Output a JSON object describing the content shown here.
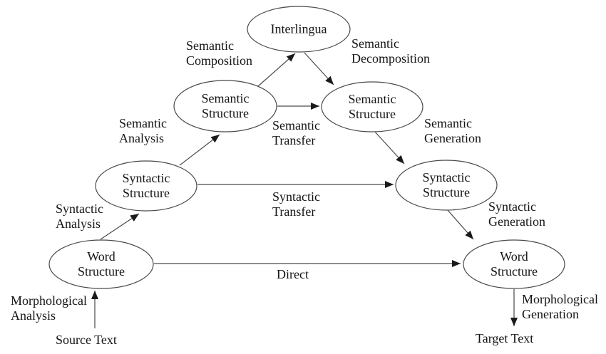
{
  "diagram": {
    "colors": {
      "background": "#ffffff",
      "stroke": "#4a4a4a",
      "text": "#141414",
      "arrow": "#1a1a1a"
    }
  },
  "nodes": {
    "interlingua": {
      "label": "Interlingua"
    },
    "semantic_source": {
      "label": "Semantic\nStructure"
    },
    "semantic_target": {
      "label": "Semantic\nStructure"
    },
    "syntactic_source": {
      "label": "Syntactic\nStructure"
    },
    "syntactic_target": {
      "label": "Syntactic\nStructure"
    },
    "word_source": {
      "label": "Word\nStructure"
    },
    "word_target": {
      "label": "Word\nStructure"
    }
  },
  "edge_labels": {
    "semantic_composition": "Semantic\nComposition",
    "semantic_decomposition": "Semantic\nDecomposition",
    "semantic_analysis": "Semantic\nAnalysis",
    "semantic_transfer": "Semantic\nTransfer",
    "semantic_generation": "Semantic\nGeneration",
    "syntactic_analysis": "Syntactic\nAnalysis",
    "syntactic_transfer": "Syntactic\nTransfer",
    "syntactic_generation": "Syntactic\nGeneration",
    "morphological_analysis": "Morphological\nAnalysis",
    "morphological_generation": "Morphological\nGeneration",
    "direct": "Direct"
  },
  "endpoints": {
    "source_text": "Source Text",
    "target_text": "Target Text"
  }
}
